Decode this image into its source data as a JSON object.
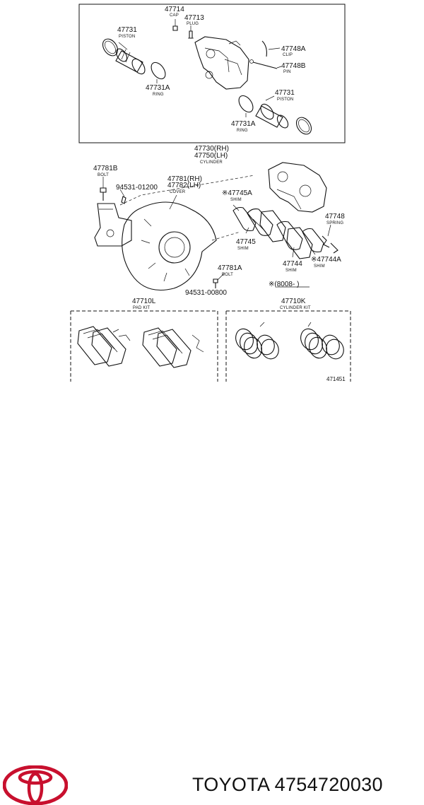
{
  "labels": {
    "cap_num": "47714",
    "cap_sub": "CAP",
    "plug_num": "47713",
    "plug_sub": "PLUG",
    "piston_a_num": "47731",
    "piston_a_sub": "PISTON",
    "ring_a_num": "47731A",
    "ring_a_sub": "RING",
    "clip_num": "47748A",
    "clip_sub": "CLIP",
    "pin_num": "47748B",
    "pin_sub": "PIN",
    "piston_b_num": "47731",
    "piston_b_sub": "PISTON",
    "ring_b_num": "47731A",
    "ring_b_sub": "RING",
    "cyl_rh": "47730(RH)",
    "cyl_lh": "47750(LH)",
    "cyl_sub": "CYLINDER",
    "bolt_a_num": "47781B",
    "bolt_a_sub": "BOLT",
    "bolt_std": "94531-01200",
    "cover_rh": "47781(RH)",
    "cover_lh": "47782(LH)",
    "cover_sub": "COVER",
    "shim_a_num": "※47745A",
    "shim_a_sub": "SHIM",
    "shim_b_num": "47745",
    "shim_b_sub": "SHIM",
    "spring_num": "47748",
    "spring_sub": "SPRING",
    "shim_c_num": "47744",
    "shim_c_sub": "SHIM",
    "shim_d_num": "※47744A",
    "shim_d_sub": "SHIM",
    "bolt_b_num": "47781A",
    "bolt_b_sub": "BOLT",
    "bolt_b_std": "94531-00800",
    "date_note": "※(8008-        )",
    "pad_kit_num": "47710L",
    "pad_kit_sub": "PAD KIT",
    "cyl_kit_num": "47710K",
    "cyl_kit_sub": "CYLINDER KIT",
    "ref": "471451"
  },
  "footer": {
    "brand": "TOYOTA 4754720030"
  },
  "colors": {
    "logo": "#c8102e",
    "ink": "#111111"
  }
}
